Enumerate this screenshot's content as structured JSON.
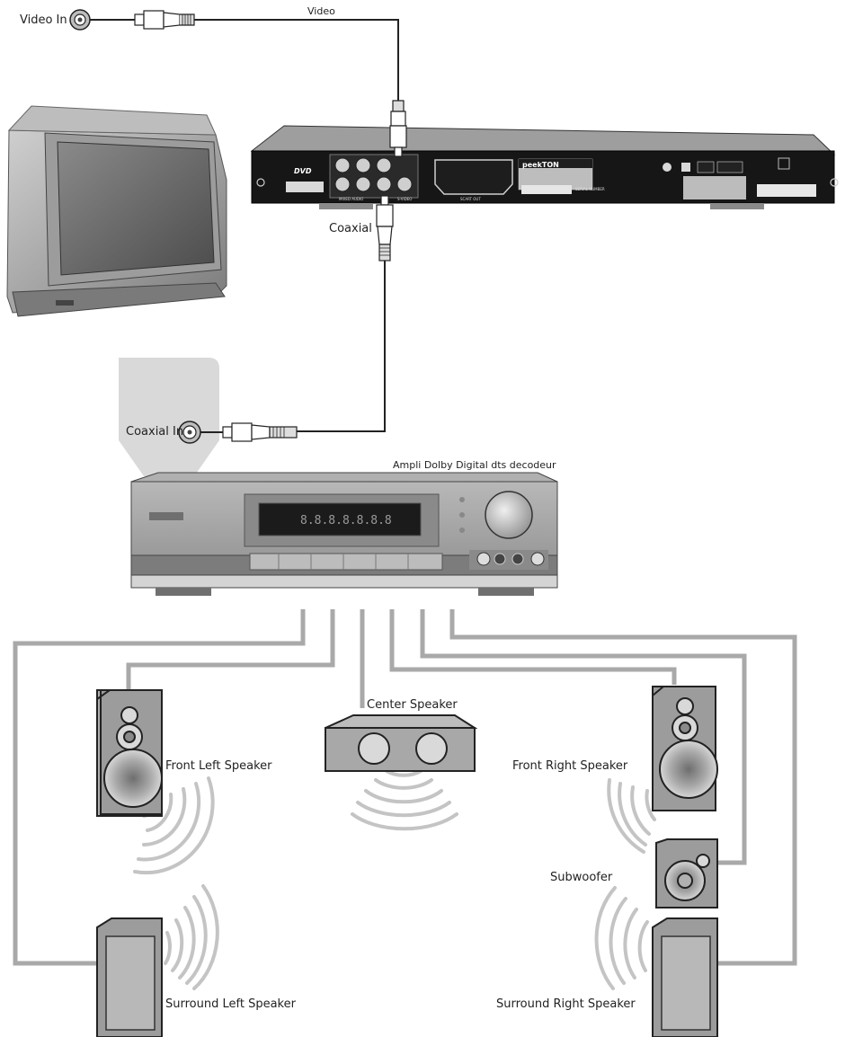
{
  "labels": {
    "video_in": "Video In",
    "video": "Video",
    "coaxial": "Coaxial",
    "coaxial_in": "Coaxial In",
    "amplifier": "Ampli Dolby Digital dts decodeur",
    "center_speaker": "Center Speaker",
    "front_left_speaker": "Front Left Speaker",
    "front_right_speaker": "Front Right Speaker",
    "subwoofer": "Subwoofer",
    "surround_left_speaker": "Surround Left Speaker",
    "surround_right_speaker": "Surround Right Speaker"
  },
  "dvd_player": {
    "brand": "peekTON",
    "logo": "DVD",
    "panel_labels": [
      "MIXED AUDIO",
      "S-VIDEO",
      "SCART OUT",
      "SERIAL NUMBER"
    ]
  },
  "amplifier_display": "8.8.8.8.8.8.8",
  "colors": {
    "cable": "#a9a9a9",
    "device_body": "#9c9c9c",
    "sound_waves": "#c4c4c4",
    "tv_highlight": "#d9d9d9"
  }
}
